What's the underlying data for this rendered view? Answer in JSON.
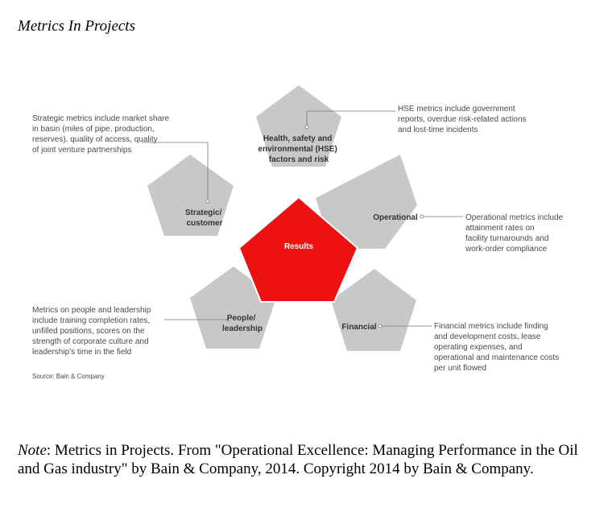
{
  "title": "Metrics In Projects",
  "diagram": {
    "center_label": "Results",
    "pentagons": [
      {
        "id": "hse",
        "label_lines": [
          "Health, safety and",
          "environmental (HSE)",
          "factors and risk"
        ]
      },
      {
        "id": "operational",
        "label_lines": [
          "Operational"
        ]
      },
      {
        "id": "financial",
        "label_lines": [
          "Financial"
        ]
      },
      {
        "id": "people",
        "label_lines": [
          "People/",
          "leadership"
        ]
      },
      {
        "id": "strategic",
        "label_lines": [
          "Strategic/",
          "customer"
        ]
      }
    ],
    "annotations": {
      "strategic": [
        "Strategic metrics include market share",
        "in basin (miles of pipe, production,",
        "reserves), quality of access, quality",
        "of joint venture partnerships"
      ],
      "hse": [
        "HSE metrics include government",
        "reports, overdue risk-related actions",
        "and lost-time incidents"
      ],
      "operational": [
        "Operational metrics include",
        "attainment rates on",
        "facility turnarounds and",
        "work-order compliance"
      ],
      "people": [
        "Metrics on people and leadership",
        "include training completion rates,",
        "unfilled positions, scores on the",
        "strength of corporate culture and",
        "leadership’s time in the field"
      ],
      "financial": [
        "Financial metrics include finding",
        "and development costs, lease",
        "operating expenses, and",
        "operational and maintenance costs",
        "per unit flowed"
      ]
    },
    "source": "Source: Bain & Company",
    "colors": {
      "pentagon": "#c8c8c8",
      "center": "#ee1111",
      "line": "#777777",
      "text": "#4a4a4a"
    }
  },
  "note": {
    "label": "Note",
    "text": ": Metrics in Projects. From \"Operational Excellence: Managing Performance in the Oil and Gas industry\" by Bain & Company, 2014. Copyright 2014 by Bain & Company."
  }
}
